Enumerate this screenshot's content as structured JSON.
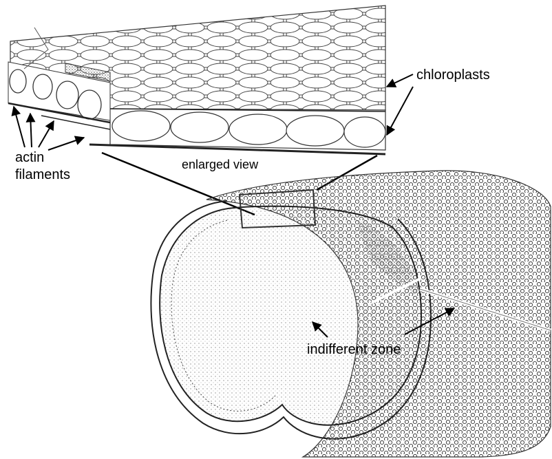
{
  "labels": {
    "chloroplasts": "chloroplasts",
    "actin_line1": "actin",
    "actin_line2": "filaments",
    "enlarged_view": "enlarged view",
    "indifferent_zone": "indifferent zone"
  },
  "colors": {
    "ink": "#1a1a1a",
    "stipple": "#9a9a9a",
    "background": "#ffffff"
  }
}
